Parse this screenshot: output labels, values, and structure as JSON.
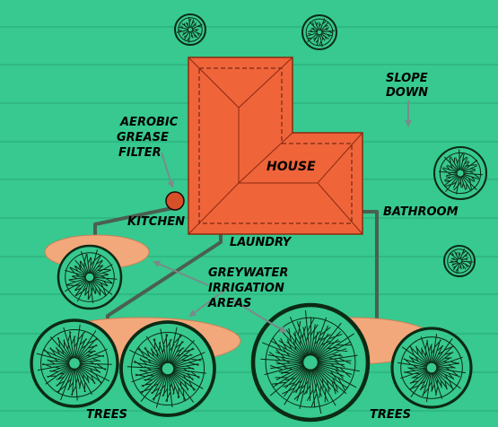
{
  "labels": {
    "slope": [
      "SLOPE",
      "DOWN"
    ],
    "grease_filter": [
      "AEROBIC",
      "GREASE",
      "FILTER"
    ],
    "house": "HOUSE",
    "kitchen": "KITCHEN",
    "bathroom": "BATHROOM",
    "laundry": "LAUNDRY",
    "greywater": [
      "GREYWATER",
      "IRRIGATION",
      "AREAS"
    ],
    "trees_left": "TREES",
    "trees_right": "TREES"
  },
  "colors": {
    "ground": "#37c98f",
    "house": "#f0643a",
    "irrigation": "#f2a87a",
    "pipe": "#4a6050",
    "filter": "#d8502a",
    "tree_line": "#0c2a14",
    "tree_fill": "#37c98f",
    "contour": "#2aa877",
    "arrow": "#7a8a8a"
  }
}
